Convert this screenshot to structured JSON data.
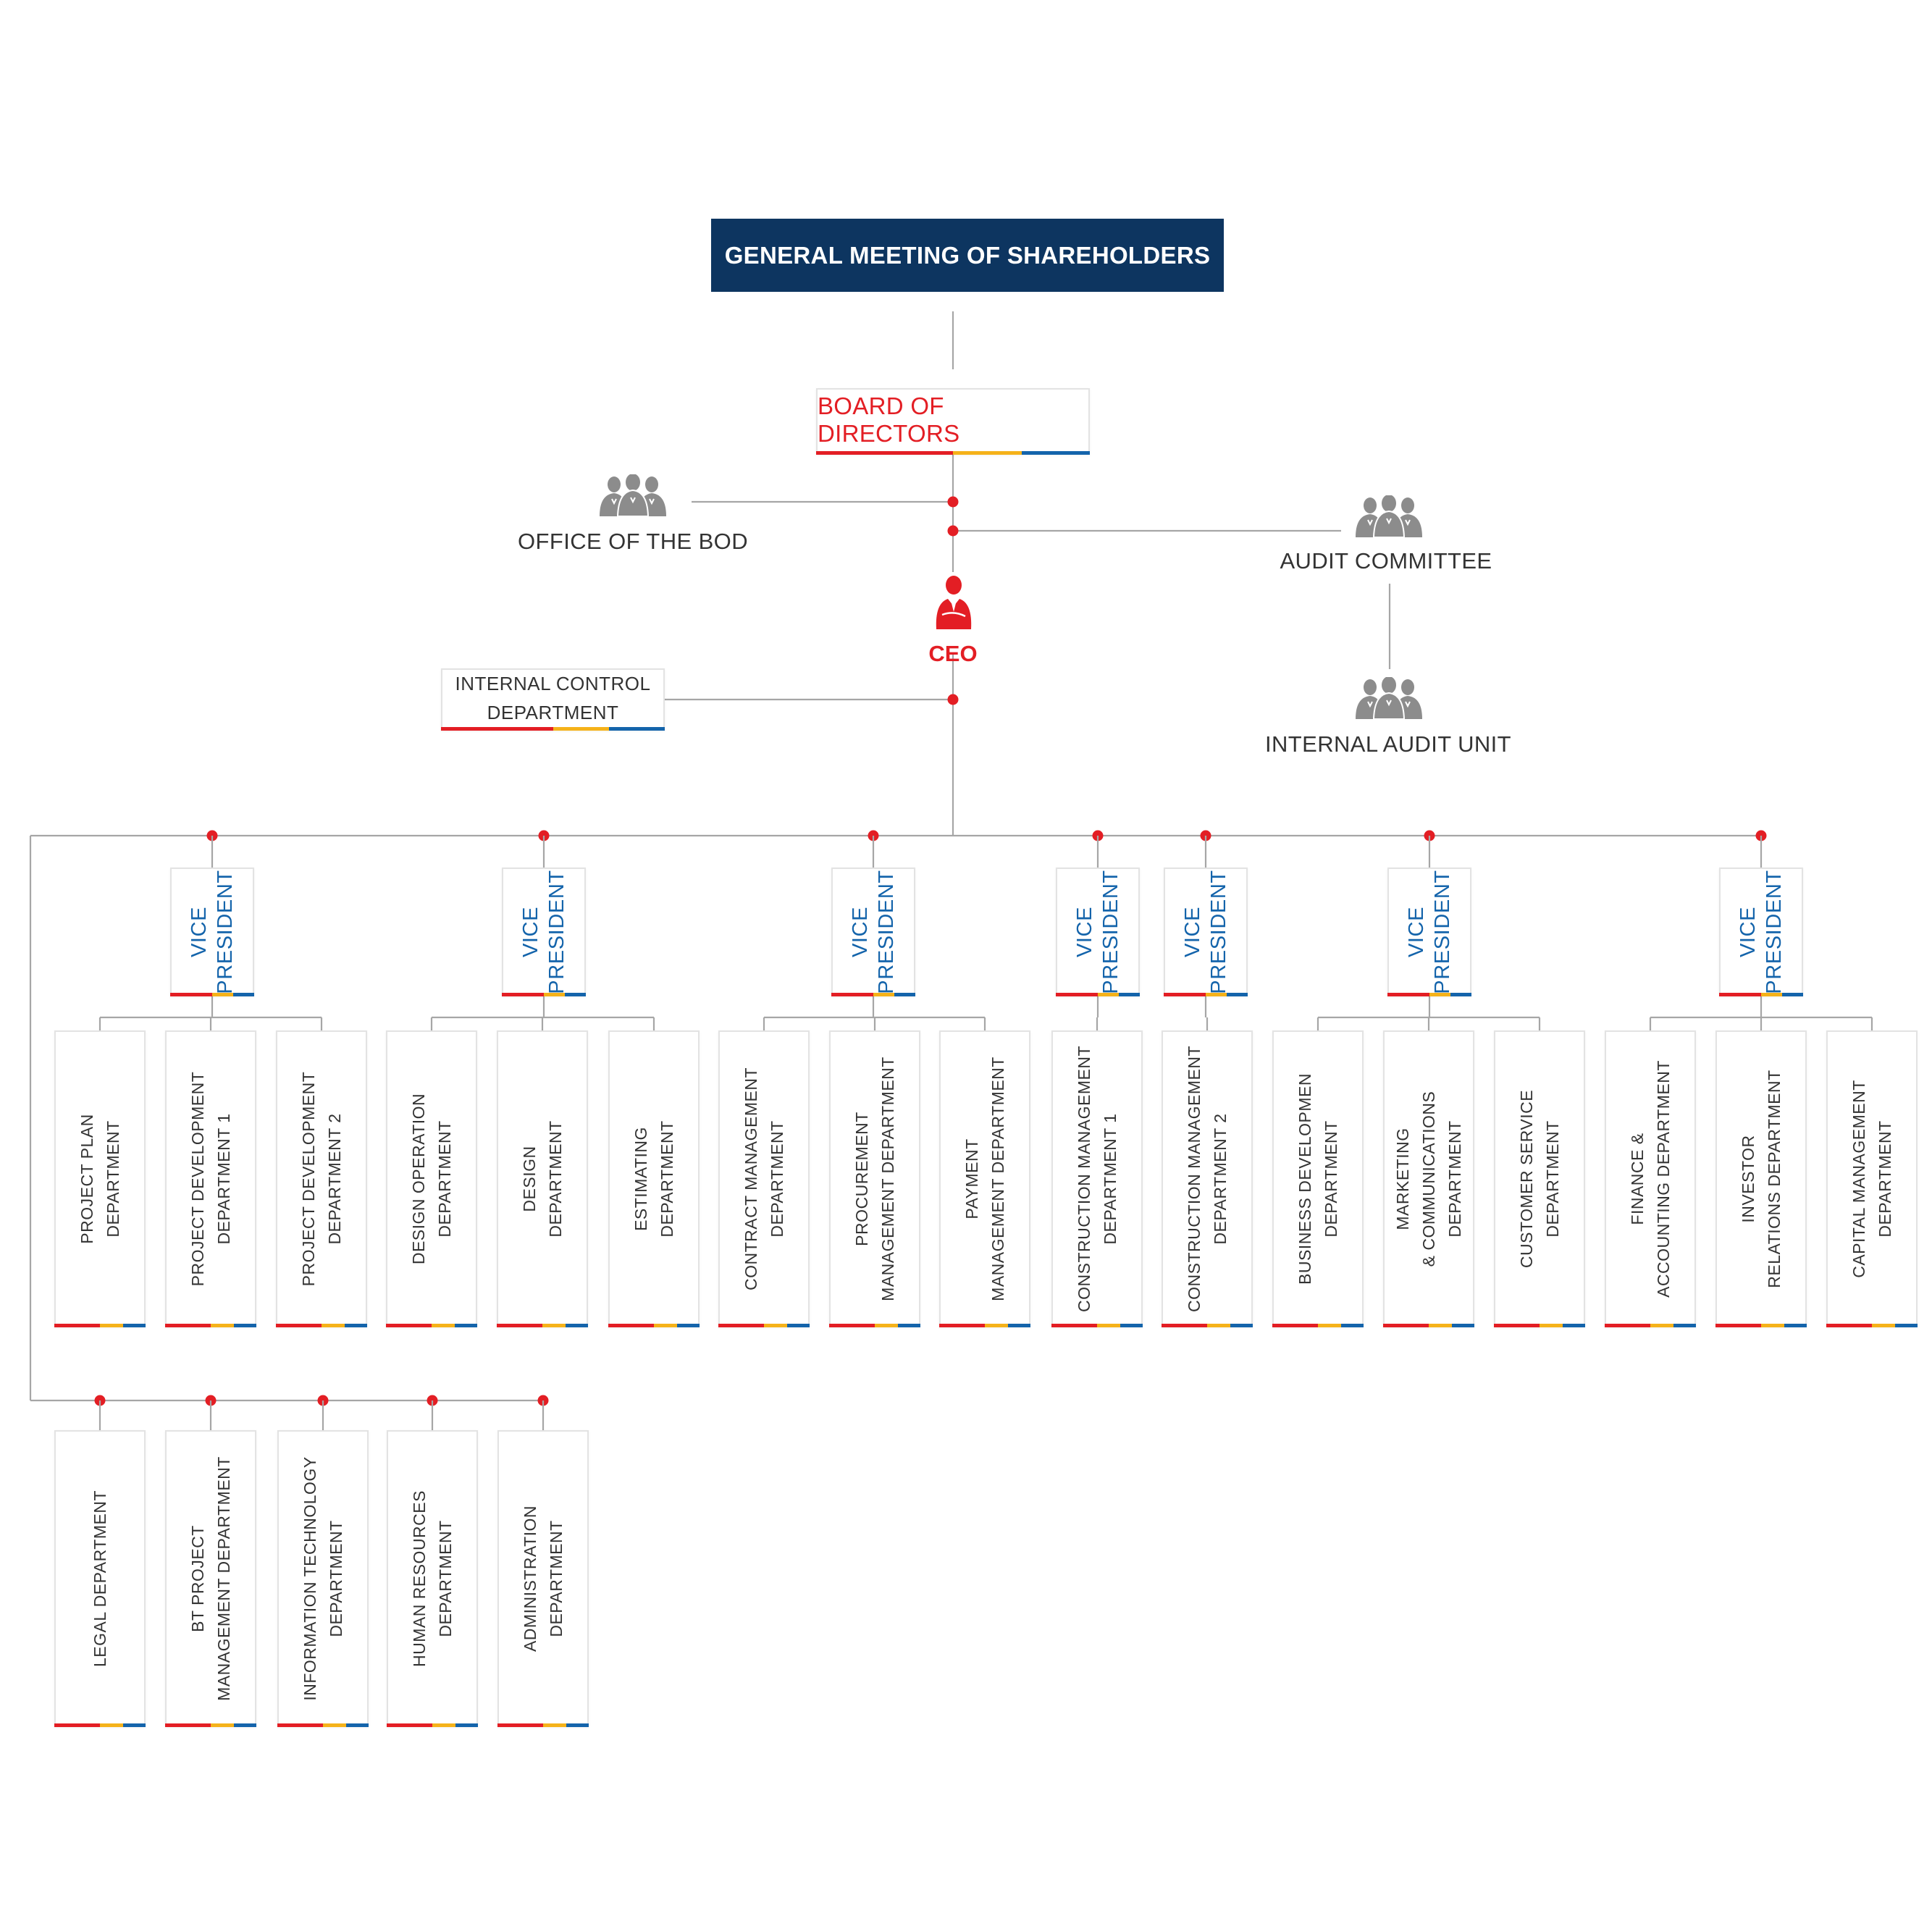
{
  "top": {
    "general_meeting": "GENERAL MEETING OF SHAREHOLDERS",
    "board": "BOARD OF DIRECTORS",
    "office_bod": "OFFICE OF THE BOD",
    "audit_committee": "AUDIT COMMITTEE",
    "internal_audit": "INTERNAL AUDIT UNIT",
    "ceo": "CEO",
    "internal_control": [
      "INTERNAL CONTROL",
      "DEPARTMENT"
    ]
  },
  "vice_president": [
    "VICE",
    "PRESIDENT"
  ],
  "groups": [
    {
      "departments": [
        [
          "PROJECT PLAN",
          "DEPARTMENT"
        ],
        [
          "PROJECT DEVELOPMENT",
          "DEPARTMENT 1"
        ],
        [
          "PROJECT DEVELOPMENT",
          "DEPARTMENT 2"
        ]
      ]
    },
    {
      "departments": [
        [
          "DESIGN OPERATION",
          "DEPARTMENT"
        ],
        [
          "DESIGN",
          "DEPARTMENT"
        ],
        [
          "ESTIMATING",
          "DEPARTMENT"
        ]
      ]
    },
    {
      "departments": [
        [
          "CONTRACT MANAGEMENT",
          "DEPARTMENT"
        ],
        [
          "PROCUREMENT",
          "MANAGEMENT DEPARTMENT"
        ],
        [
          "PAYMENT",
          "MANAGEMENT DEPARTMENT"
        ]
      ]
    },
    {
      "departments": [
        [
          "CONSTRUCTION MANAGEMENT",
          "DEPARTMENT 1"
        ]
      ]
    },
    {
      "departments": [
        [
          "CONSTRUCTION MANAGEMENT",
          "DEPARTMENT 2"
        ]
      ]
    },
    {
      "departments": [
        [
          "BUSINESS DEVELOPMEN",
          "DEPARTMENT"
        ],
        [
          "MARKETING",
          "& COMMUNICATIONS",
          "DEPARTMENT"
        ],
        [
          "CUSTOMER SERVICE",
          "DEPARTMENT"
        ]
      ]
    },
    {
      "departments": [
        [
          "FINANCE &",
          "ACCOUNTING DEPARTMENT"
        ],
        [
          "INVESTOR",
          "RELATIONS DEPARTMENT"
        ],
        [
          "CAPITAL MANAGEMENT",
          "DEPARTMENT"
        ]
      ]
    }
  ],
  "direct_departments": [
    [
      "LEGAL DEPARTMENT"
    ],
    [
      "BT PROJECT",
      "MANAGEMENT DEPARTMENT"
    ],
    [
      "INFORMATION TECHNOLOGY",
      "DEPARTMENT"
    ],
    [
      "HUMAN RESOURCES",
      "DEPARTMENT"
    ],
    [
      "ADMINISTRATION",
      "DEPARTMENT"
    ]
  ],
  "colors": {
    "navy": "#0d3560",
    "red": "#e31e24",
    "yellow": "#f5b21a",
    "blue": "#1464ab",
    "line": "#a6a6a6",
    "icon_gray": "#8c8c8c"
  },
  "icons": [
    "group-people-icon",
    "ceo-person-icon"
  ]
}
